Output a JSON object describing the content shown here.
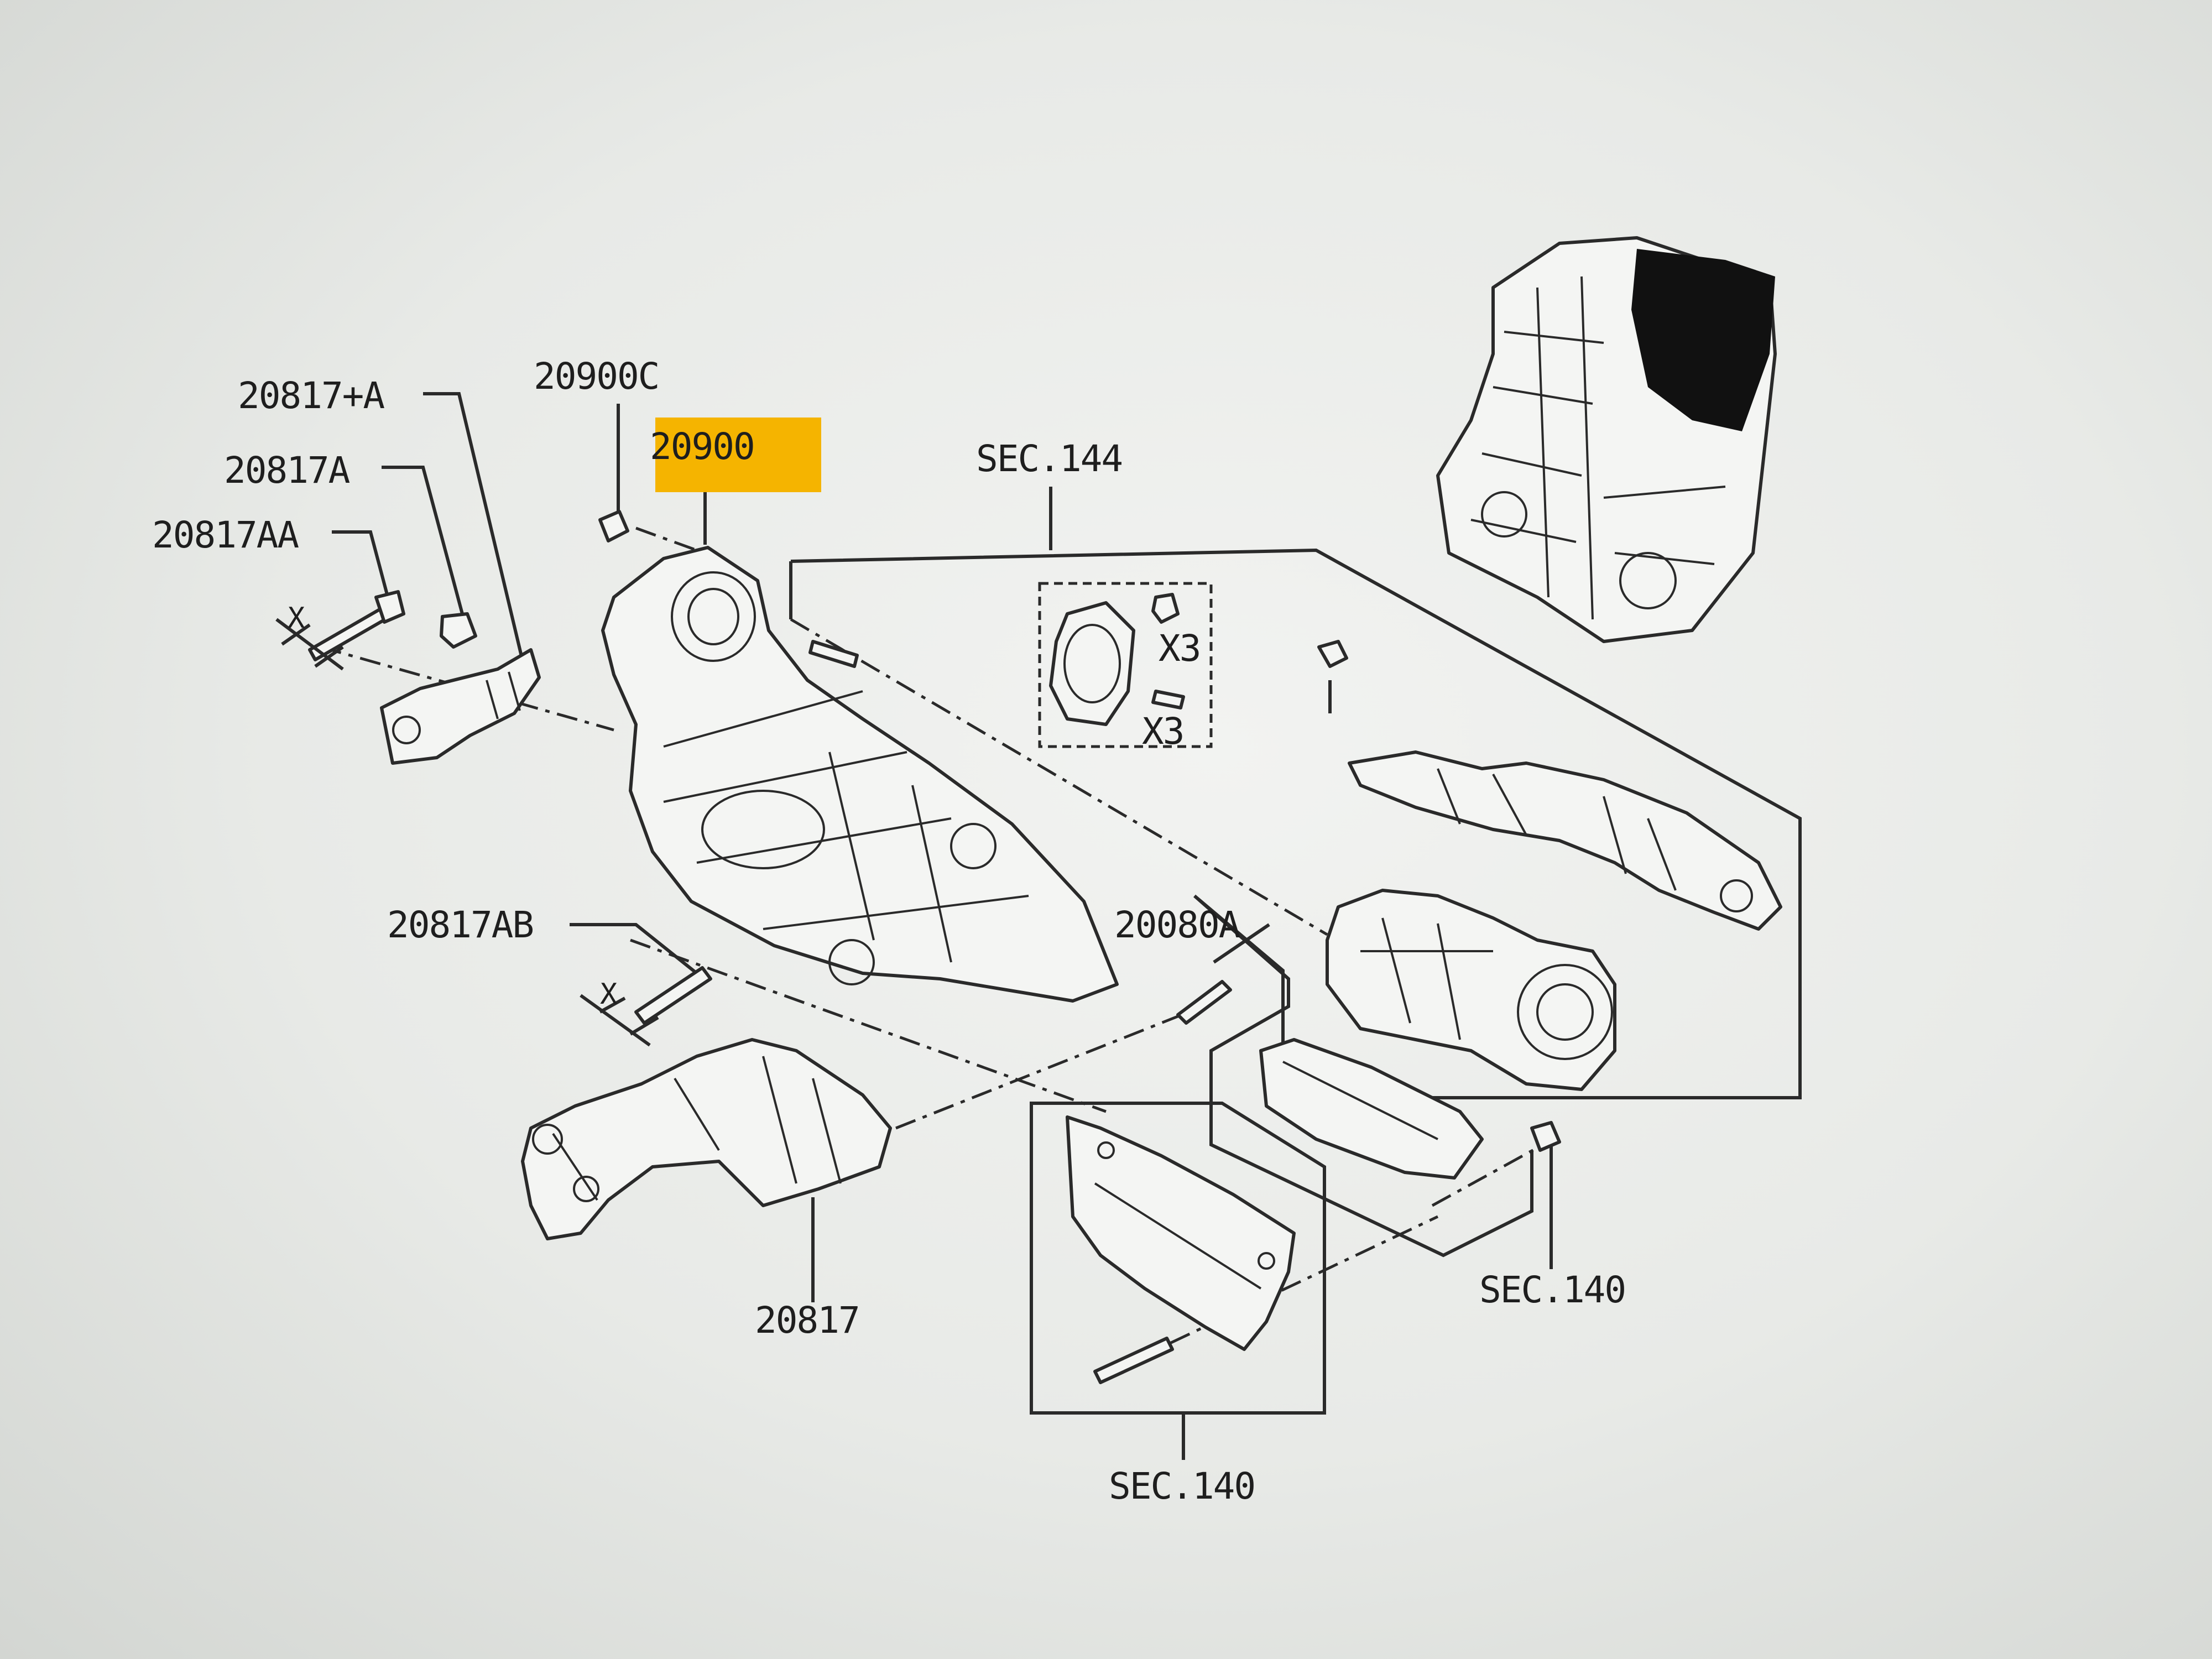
{
  "diagram": {
    "highlight_color": "#f5b400",
    "labels": {
      "p20817_plus_a": "20817+A",
      "p20817a": "20817A",
      "p20817aa": "20817AA",
      "p20900c": "20900C",
      "p20900": "20900",
      "sec144": "SEC.144",
      "x3_nut": "X3",
      "x3_stud": "X3",
      "p20817ab": "20817AB",
      "p20080a": "20080A",
      "sec140_right": "SEC.140",
      "p20817": "20817",
      "sec140_bottom": "SEC.140",
      "dim_x_top": "X",
      "dim_x_bottom": "X"
    }
  }
}
